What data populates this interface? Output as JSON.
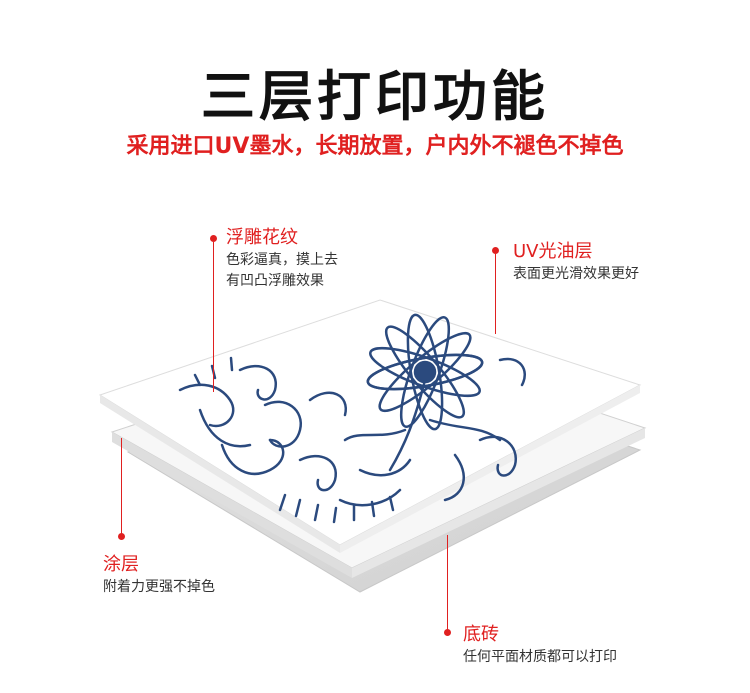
{
  "header": {
    "title": "三层打印功能",
    "subtitle": "采用进口UV墨水，长期放置，户内外不褪色不掉色"
  },
  "callouts": {
    "relief": {
      "title": "浮雕花纹",
      "desc_line1": "色彩逼真，摸上去",
      "desc_line2": "有凹凸浮雕效果"
    },
    "uv": {
      "title": "UV光油层",
      "desc": "表面更光滑效果更好"
    },
    "coating": {
      "title": "涂层",
      "desc": "附着力更强不掉色"
    },
    "tile": {
      "title": "底砖",
      "desc": "任何平面材质都可以打印"
    }
  },
  "colors": {
    "accent": "#e02020",
    "pattern": "#2b4a7e",
    "layer_gray": "#d6d6d6"
  }
}
